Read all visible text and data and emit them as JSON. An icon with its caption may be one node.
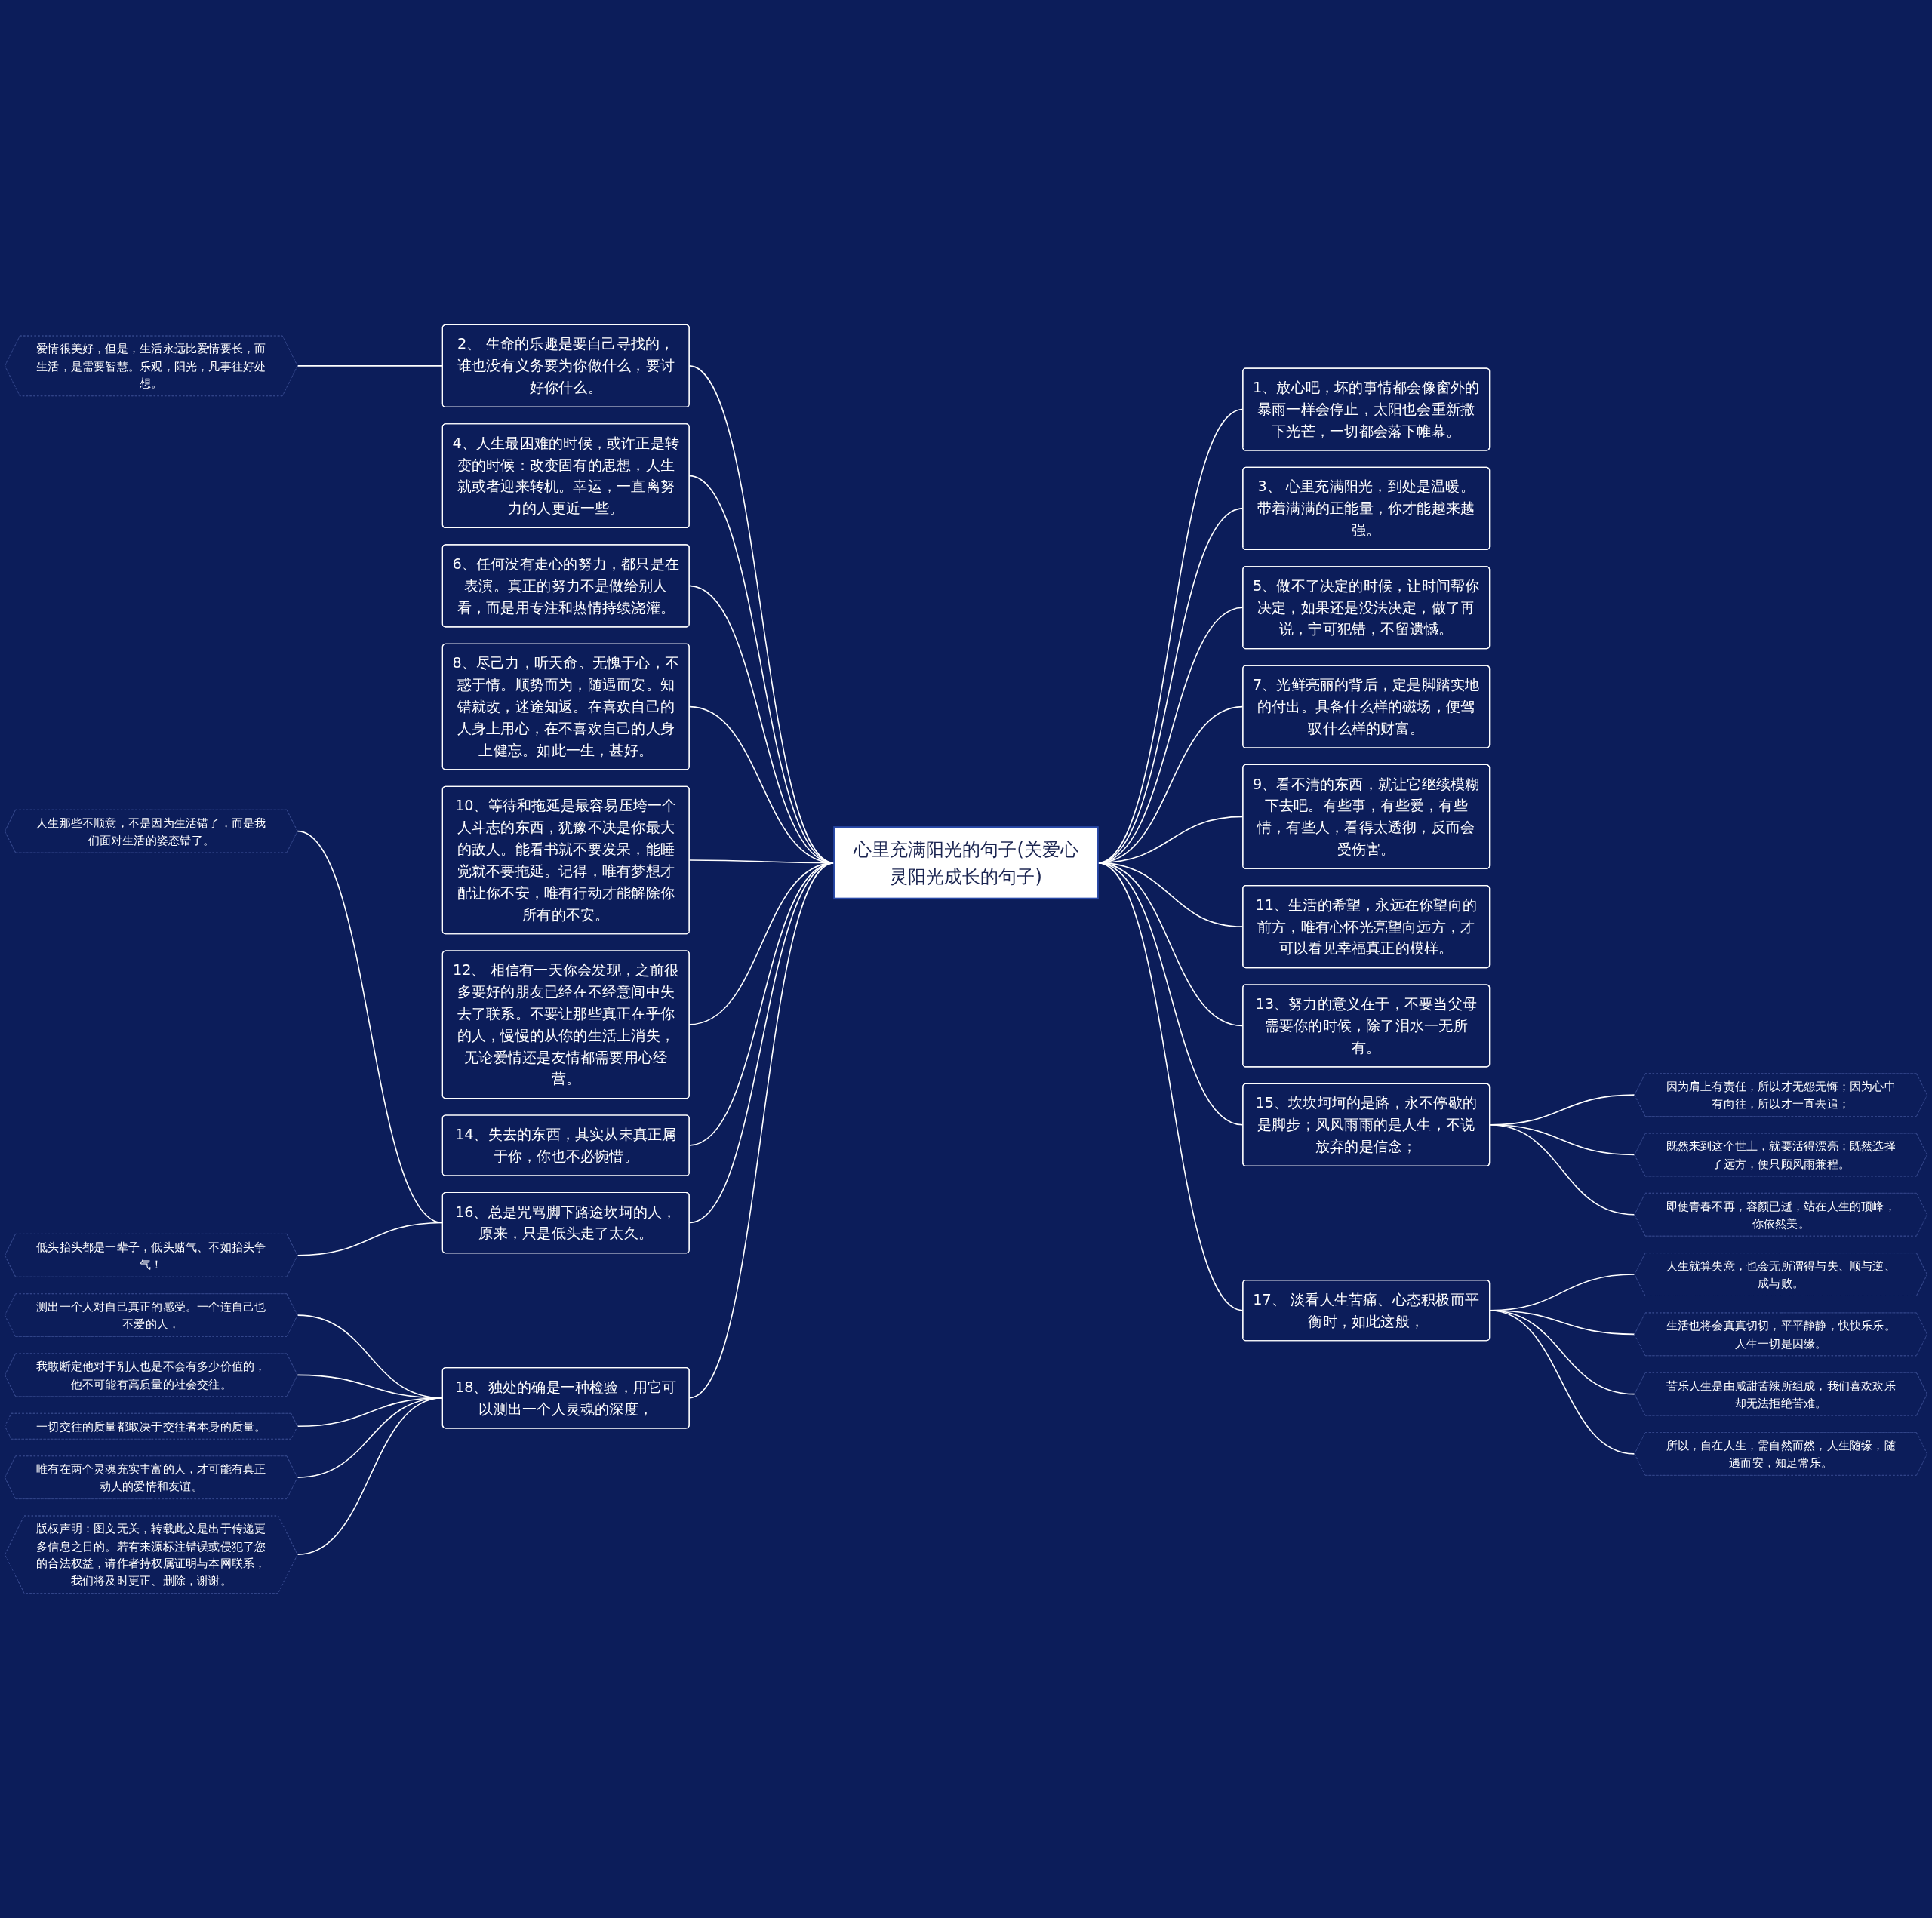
{
  "diagram": {
    "nodes": [
      {
        "text": [
          "心里充满阳光的句子(关爱心灵阳光成长的句子)"
        ]
      },
      {
        "text": [
          "2、 生命的乐趣是要自己寻找的，谁也没有义务要为你做什么，要讨好你什么。"
        ]
      },
      {
        "text": [
          "爱情很美好，但是，生活永远比爱情要长，而生活，是需要智慧。乐观，阳光，凡事往好处想。"
        ]
      },
      {
        "text": [
          "4、人生最困难的时候，或许正是转变的时候：改变固有的思想，人生就或者迎来转机。幸运，一直离努力的人更近一些。"
        ]
      },
      {
        "text": [
          "6、任何没有走心的努力，都只是在表演。真正的努力不是做给别人看，而是用专注和热情持续浇灌。"
        ]
      },
      {
        "text": [
          "8、尽己力，听天命。无愧于心，不惑于情。顺势而为，随遇而安。知错就改，迷途知返。在喜欢自己的人身上用心，在不喜欢自己的人身上健忘。如此一生，甚好。"
        ]
      },
      {
        "text": [
          "10、等待和拖延是最容易压垮一个人斗志的东西，犹豫不决是你最大的敌人。能看书就不要发呆，能睡觉就不要拖延。记得，唯有梦想才配让你不安，唯有行动才能解除你所有的不安。"
        ]
      },
      {
        "text": [
          "12、 相信有一天你会发现，之前很多要好的朋友已经在不经意间中失去了联系。不要让那些真正在乎你的人，慢慢的从你的生活上消失，无论爱情还是友情都需要用心经营。"
        ]
      },
      {
        "text": [
          "14、失去的东西，其实从未真正属于你，你也不必惋惜。"
        ]
      },
      {
        "text": [
          "16、总是咒骂脚下路途坎坷的人，原来，只是低头走了太久。"
        ]
      },
      {
        "text": [
          "人生那些不顺意，不是因为生活错了，而是我们面对生活的姿态错了。"
        ]
      },
      {
        "text": [
          "低头抬头都是一辈子，低头赌气、不如抬头争气！"
        ]
      },
      {
        "text": [
          "18、独处的确是一种检验，用它可以测出一个人灵魂的深度，"
        ]
      },
      {
        "text": [
          "测出一个人对自己真正的感受。一个连自己也不爱的人，"
        ]
      },
      {
        "text": [
          "我敢断定他对于别人也是不会有多少价值的，他不可能有高质量的社会交往。"
        ]
      },
      {
        "text": [
          "一切交往的质量都取决于交往者本身的质量。"
        ]
      },
      {
        "text": [
          "唯有在两个灵魂充实丰富的人，才可能有真正动人的爱情和友谊。"
        ]
      },
      {
        "text": [
          "版权声明：图文无关，转载此文是出于传递更多信息之目的。若有来源标注错误或侵犯了您的合法权益，请作者持权属证明与本网联系，我们将及时更正、删除，谢谢。"
        ]
      },
      {
        "text": [
          "1、放心吧，坏的事情都会像窗外的暴雨一样会停止，太阳也会重新撒下光芒，一切都会落下帷幕。"
        ]
      },
      {
        "text": [
          "3、 心里充满阳光，到处是温暖。带着满满的正能量，你才能越来越强。"
        ]
      },
      {
        "text": [
          "5、做不了决定的时候，让时间帮你决定，如果还是没法决定，做了再说，宁可犯错，不留遗憾。"
        ]
      },
      {
        "text": [
          "7、光鲜亮丽的背后，定是脚踏实地的付出。具备什么样的磁场，便驾驭什么样的财富。"
        ]
      },
      {
        "text": [
          "9、看不清的东西，就让它继续模糊下去吧。有些事，有些爱，有些情，有些人，看得太透彻，反而会受伤害。"
        ]
      },
      {
        "text": [
          "11、生活的希望，永远在你望向的前方，唯有心怀光亮望向远方，才可以看见幸福真正的模样。"
        ]
      },
      {
        "text": [
          "13、努力的意义在于，不要当父母需要你的时候，除了泪水一无所有。"
        ]
      },
      {
        "text": [
          "15、坎坎坷坷的是路，永不停歇的是脚步；风风雨雨的是人生，不说放弃的是信念；"
        ]
      },
      {
        "text": [
          "因为肩上有责任，所以才无怨无悔；因为心中有向往，所以才一直去追；"
        ]
      },
      {
        "text": [
          "既然来到这个世上，就要活得漂亮；既然选择了远方，便只顾风雨兼程。"
        ]
      },
      {
        "text": [
          "即使青春不再，容颜已逝，站在人生的顶峰，你依然美。"
        ]
      },
      {
        "text": [
          "17、 淡看人生苦痛、心态积极而平衡时，如此这般，"
        ]
      },
      {
        "text": [
          "人生就算失意，也会无所谓得与失、顺与逆、成与败。"
        ]
      },
      {
        "text": [
          "生活也将会真真切切，平平静静，快快乐乐。人生一切是因缘。"
        ]
      },
      {
        "text": [
          "苦乐人生是由咸甜苦辣所组成，我们喜欢欢乐却无法拒绝苦难。"
        ]
      },
      {
        "text": [
          "所以，自在人生，需自然而然，人生随缘，随遇而安，知足常乐。"
        ]
      }
    ],
    "edges": [
      {
        "from": 1,
        "to": 0,
        "arrow": "none"
      },
      {
        "from": 2,
        "to": 1,
        "arrow": "none"
      },
      {
        "from": 3,
        "to": 0,
        "arrow": "none"
      },
      {
        "from": 4,
        "to": 0,
        "arrow": "none"
      },
      {
        "from": 5,
        "to": 0,
        "arrow": "none"
      },
      {
        "from": 6,
        "to": 0,
        "arrow": "none"
      },
      {
        "from": 7,
        "to": 0,
        "arrow": "none"
      },
      {
        "from": 8,
        "to": 0,
        "arrow": "none"
      },
      {
        "from": 9,
        "to": 0,
        "arrow": "none"
      },
      {
        "from": 10,
        "to": 9,
        "arrow": "none"
      },
      {
        "from": 11,
        "to": 9,
        "arrow": "none"
      },
      {
        "from": 12,
        "to": 0,
        "arrow": "none"
      },
      {
        "from": 13,
        "to": 12,
        "arrow": "none"
      },
      {
        "from": 14,
        "to": 12,
        "arrow": "none"
      },
      {
        "from": 15,
        "to": 12,
        "arrow": "none"
      },
      {
        "from": 16,
        "to": 12,
        "arrow": "none"
      },
      {
        "from": 17,
        "to": 12,
        "arrow": "none"
      },
      {
        "from": 0,
        "to": 18,
        "arrow": "none"
      },
      {
        "from": 0,
        "to": 19,
        "arrow": "none"
      },
      {
        "from": 0,
        "to": 20,
        "arrow": "none"
      },
      {
        "from": 0,
        "to": 21,
        "arrow": "none"
      },
      {
        "from": 0,
        "to": 22,
        "arrow": "none"
      },
      {
        "from": 0,
        "to": 23,
        "arrow": "none"
      },
      {
        "from": 0,
        "to": 24,
        "arrow": "none"
      },
      {
        "from": 0,
        "to": 25,
        "arrow": "none"
      },
      {
        "from": 25,
        "to": 26,
        "arrow": "none"
      },
      {
        "from": 25,
        "to": 27,
        "arrow": "none"
      },
      {
        "from": 25,
        "to": 28,
        "arrow": "none"
      },
      {
        "from": 0,
        "to": 29,
        "arrow": "none"
      },
      {
        "from": 29,
        "to": 30,
        "arrow": "none"
      },
      {
        "from": 29,
        "to": 31,
        "arrow": "none"
      },
      {
        "from": 29,
        "to": 32,
        "arrow": "none"
      },
      {
        "from": 29,
        "to": 33,
        "arrow": "none"
      }
    ]
  }
}
